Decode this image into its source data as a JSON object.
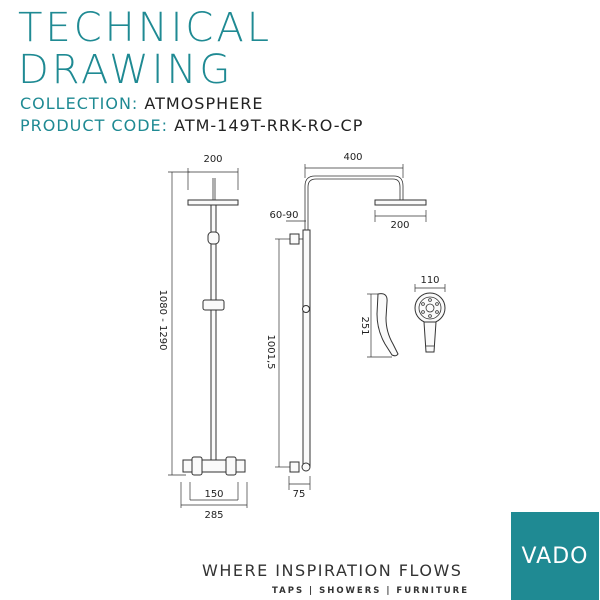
{
  "header": {
    "title_line1": "TECHNICAL",
    "title_line2": "DRAWING",
    "collection_label": "COLLECTION:",
    "collection_value": "ATMOSPHERE",
    "product_code_label": "PRODUCT CODE:",
    "product_code_value": "ATM-149T-RRK-RO-CP"
  },
  "dimensions": {
    "front_head_width": "200",
    "front_height": "1080 - 1290",
    "front_valve_inner": "150",
    "front_valve_outer": "285",
    "side_arm_length": "400",
    "side_head_width": "200",
    "side_bracket": "60-90",
    "side_bracket_spacing": "1001,5",
    "side_valve_depth": "75",
    "handset_length": "251",
    "handset_head": "110"
  },
  "footer": {
    "tagline": "WHERE INSPIRATION FLOWS",
    "subline": "TAPS | SHOWERS | FURNITURE",
    "logo": "VADO"
  },
  "colors": {
    "brand_teal": "#1f8a93",
    "text_dark": "#222222"
  }
}
